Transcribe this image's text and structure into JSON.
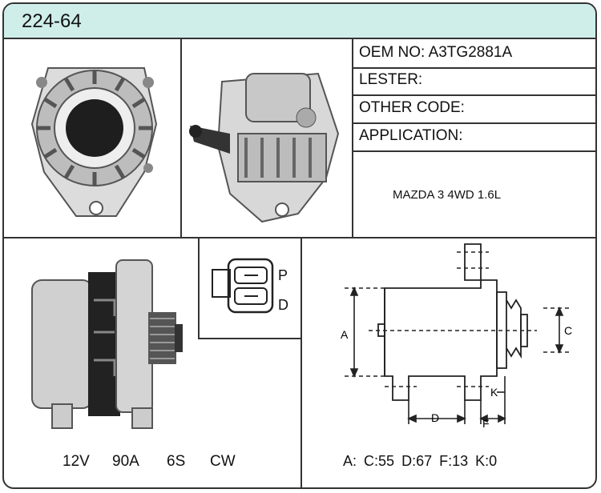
{
  "header": {
    "title": "224-64"
  },
  "info": {
    "oem_no": "OEM NO: A3TG2881A",
    "lester": "LESTER:",
    "other_code": "OTHER CODE:",
    "application": "APPLICATION:",
    "application_value": "MAZDA 3 4WD 1.6L"
  },
  "connector": {
    "pin_p": "P",
    "pin_d": "D"
  },
  "specs": {
    "voltage": "12V",
    "amperage": "90A",
    "pulley": "6S",
    "rotation": "CW"
  },
  "dimensions": {
    "a": "A:",
    "c": "C:55",
    "d": "D:67",
    "f": "F:13",
    "k": "K:0",
    "letters": {
      "a": "A",
      "c": "C",
      "d": "D",
      "f": "F",
      "k": "K"
    }
  },
  "colors": {
    "header_bg": "#cfeeea",
    "border": "#333333"
  }
}
